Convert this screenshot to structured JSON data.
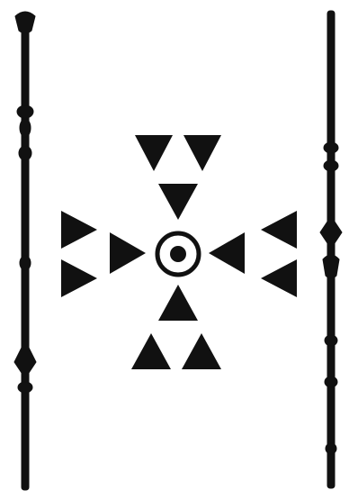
{
  "figure": {
    "ink_color": "#111111",
    "paper_color": "#ffffff",
    "motif": "printer-ornament",
    "elements": {
      "left_border": "ornamental-rule",
      "right_border": "ornamental-rule",
      "center": "target-circle",
      "arrow_groups": [
        "top-pair",
        "top-single",
        "left-pair",
        "left-single",
        "right-single",
        "right-pair",
        "bottom-single",
        "bottom-pair"
      ]
    }
  }
}
